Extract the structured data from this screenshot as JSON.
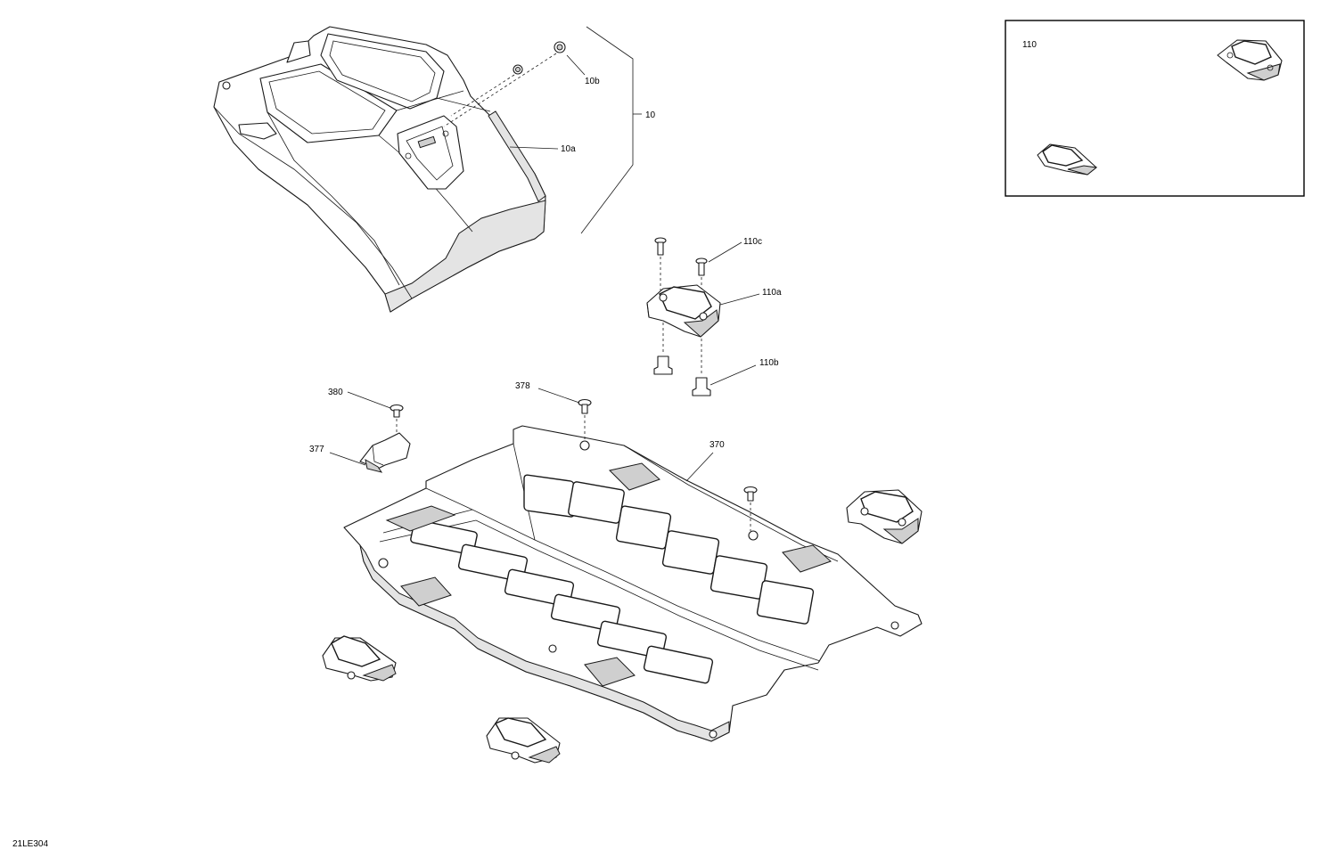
{
  "drawing_code": "21LE304",
  "callouts": {
    "c10": "10",
    "c10a": "10a",
    "c10b": "10b",
    "c110": "110",
    "c110a": "110a",
    "c110b": "110b",
    "c110c": "110c",
    "c370": "370",
    "c377": "377",
    "c378": "378",
    "c380": "380"
  },
  "inset": {
    "label": "110"
  },
  "colors": {
    "line": "#1a1a1a",
    "shade": "#e4e4e4",
    "background": "#ffffff"
  }
}
